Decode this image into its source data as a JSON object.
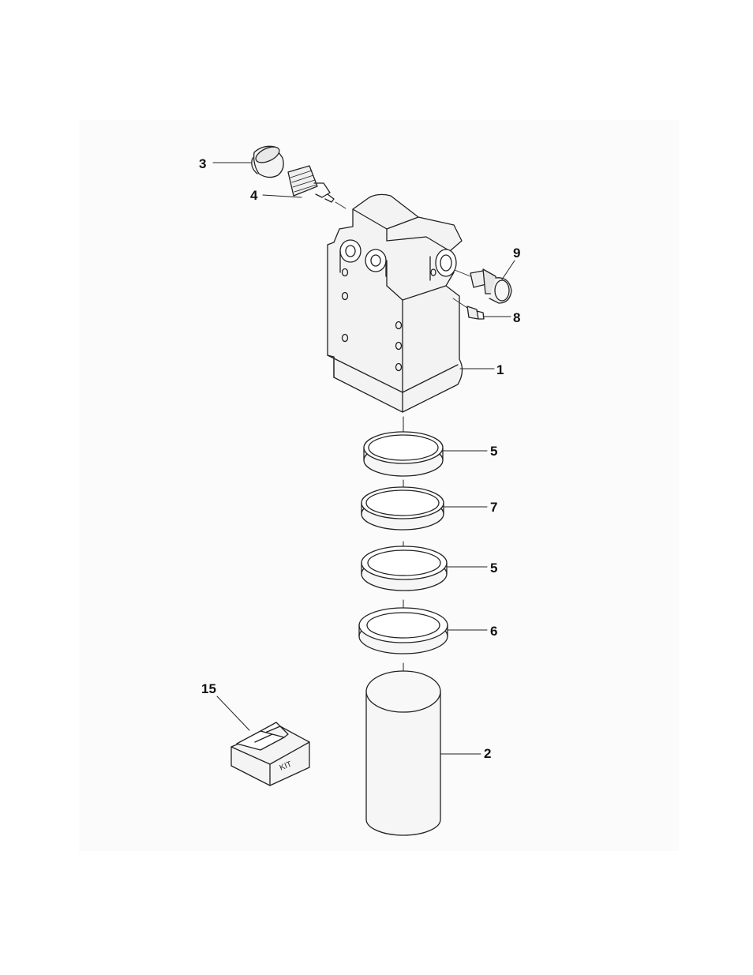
{
  "callouts": {
    "c3": "3",
    "c4": "4",
    "c9": "9",
    "c8": "8",
    "c1": "1",
    "c5a": "5",
    "c7": "7",
    "c5b": "5",
    "c6": "6",
    "c15": "15",
    "c2": "2"
  },
  "kit_box_text": "KIT",
  "colors": {
    "line": "#222222",
    "fill_light": "#f4f4f4",
    "fill_mid": "#e4e4e4",
    "background": "#fbfbfb"
  }
}
